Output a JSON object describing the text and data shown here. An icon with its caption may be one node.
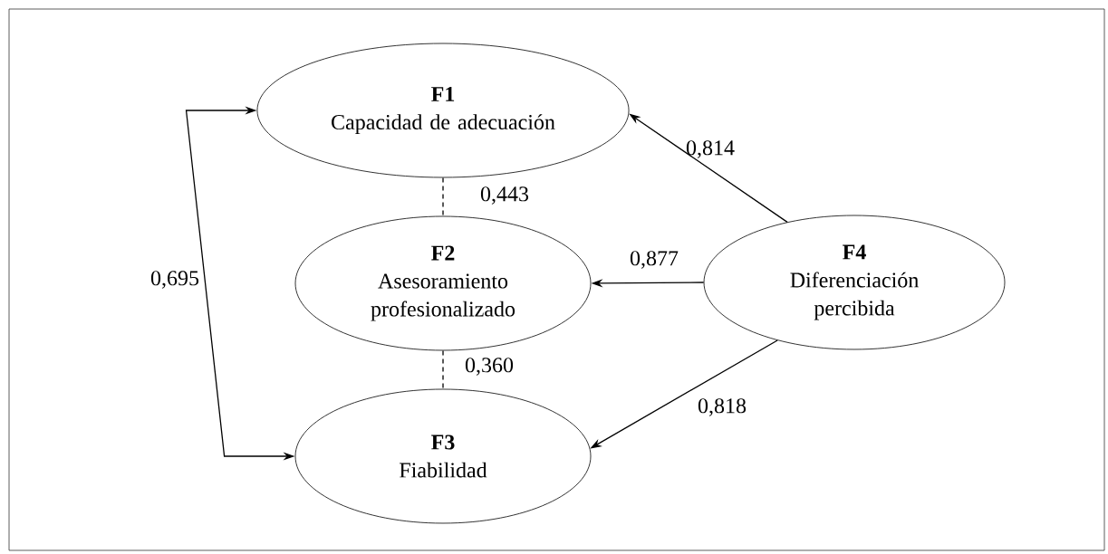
{
  "diagram": {
    "nodes": [
      {
        "text": [
          "F1",
          "Capacidad de adecuación"
        ]
      },
      {
        "text": [
          "F2",
          "Asesoramiento profesionalizado"
        ]
      },
      {
        "text": [
          "F3",
          "Fiabilidad"
        ]
      },
      {
        "text": [
          "F4",
          "Diferenciación percibida"
        ]
      }
    ],
    "edges": [
      {
        "from": 3,
        "to": 0,
        "arrow": "to",
        "label": "0,814"
      },
      {
        "from": 3,
        "to": 1,
        "arrow": "to",
        "label": "0,877"
      },
      {
        "from": 3,
        "to": 2,
        "arrow": "to",
        "label": "0,818"
      },
      {
        "from": 0,
        "to": 1,
        "arrow": "none",
        "style": "dashed",
        "label": "0,443"
      },
      {
        "from": 1,
        "to": 2,
        "arrow": "none",
        "style": "dashed",
        "label": "0,360"
      },
      {
        "from": 0,
        "to": 2,
        "arrow": "both",
        "label": "0,695"
      }
    ]
  }
}
